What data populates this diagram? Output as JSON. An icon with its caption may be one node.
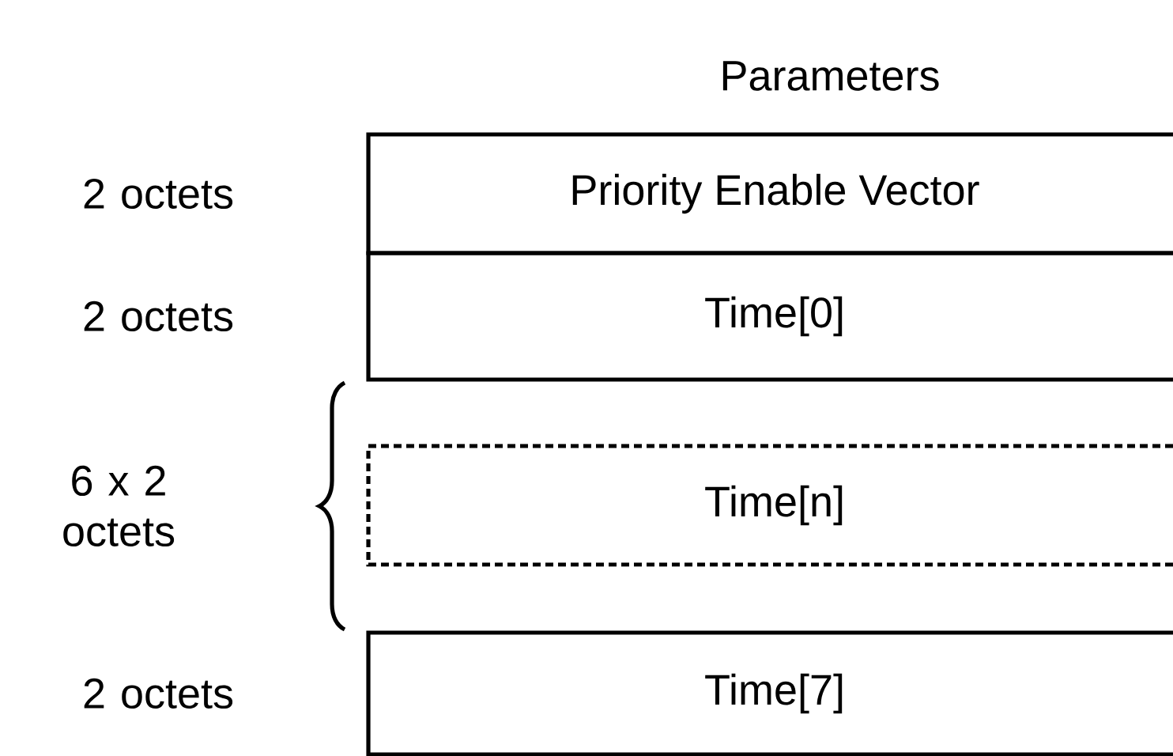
{
  "diagram": {
    "title": "Parameters",
    "nodes": [
      {
        "text": [
          "Priority Enable Vector"
        ],
        "beside": [
          "2 octets"
        ]
      },
      {
        "text": [
          "Time[0]"
        ],
        "beside": [
          "2 octets"
        ]
      },
      {
        "text": [
          "Time[n]"
        ]
      },
      {
        "text": [
          "Time[7]"
        ],
        "beside": [
          "2 octets"
        ]
      }
    ],
    "labels": [
      "6 x 2 octets"
    ]
  }
}
